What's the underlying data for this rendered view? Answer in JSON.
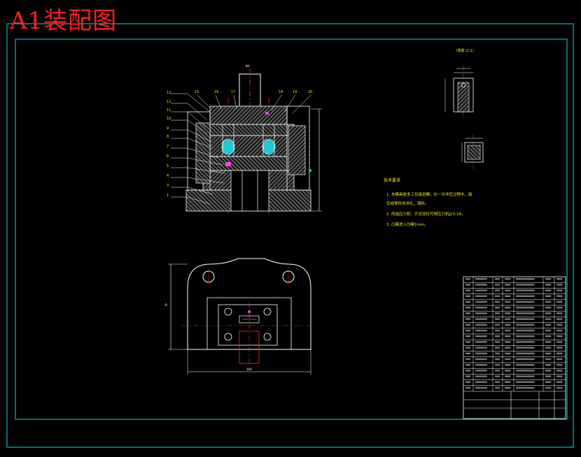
{
  "drawing": {
    "title": "A1装配图",
    "detail_label": "I局部 (2:1)",
    "tech_req": {
      "heading": "技术要求",
      "lines": [
        "1. 本模具是多工位级进模，在一次冲压过程中，能",
        "完成零件的冲孔、落料。",
        "2. 所选压力机：开式双柱可倾压力机J23-16。",
        "3. 凸模进入凹模1mm。"
      ]
    },
    "dims": {
      "top_dim": "Φ4",
      "bottom_dim": "300",
      "left_dim": "B"
    }
  },
  "colors": {
    "frame": "#00e5e5",
    "title": "#ff1e1e",
    "text": "#f2ea1a",
    "hatch": "#b0b0b0",
    "lines": "#ffffff",
    "green": "#00ff66",
    "magenta": "#ff40ff",
    "red": "#ff2a2a"
  }
}
